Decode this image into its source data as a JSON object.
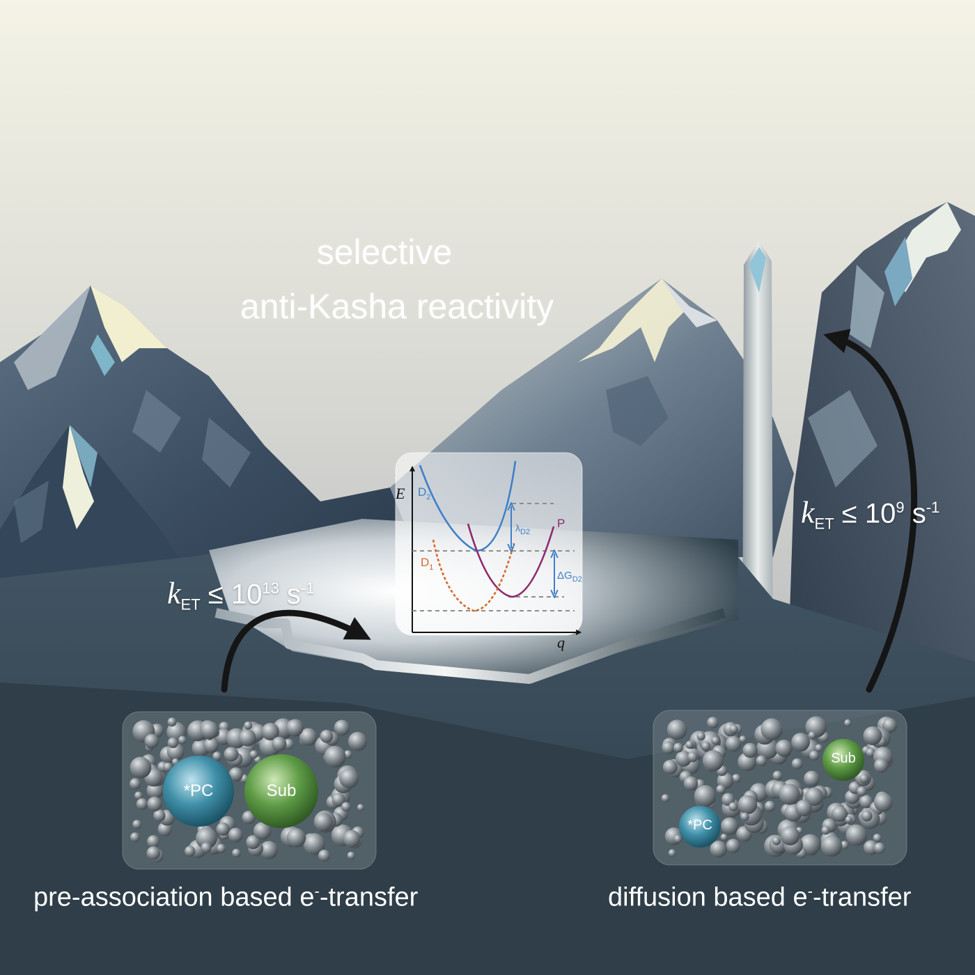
{
  "title": {
    "line1": "selective",
    "line2": "anti-Kasha reactivity"
  },
  "rate_left": {
    "k": "k",
    "sub": "ET",
    "rel": " ≤ 10",
    "exp": "13",
    "unit": " s",
    "unit_exp": "-1"
  },
  "rate_right": {
    "k": "k",
    "sub": "ET",
    "rel": " ≤ 10",
    "exp": "9",
    "unit": " s",
    "unit_exp": "-1"
  },
  "panel_left": {
    "pc_label": "*PC",
    "sub_label": "Sub",
    "caption_pre": "pre-association based e",
    "caption_sup": "-",
    "caption_post": "-transfer"
  },
  "panel_right": {
    "pc_label": "*PC",
    "sub_label": "Sub",
    "caption_pre": "diffusion based e",
    "caption_sup": "-",
    "caption_post": "-transfer"
  },
  "energy_diagram": {
    "y_axis": "E",
    "x_axis": "q",
    "curve_d2": "D",
    "curve_d2_sub": "2",
    "curve_d1": "D",
    "curve_d1_sub": "1",
    "curve_p": "P",
    "lambda": "λ",
    "lambda_sub": "D2",
    "delta_g": "ΔG",
    "delta_g_sub": "D2"
  },
  "colors": {
    "d2_curve": "#3f7fc8",
    "d1_curve": "#d4692a",
    "p_curve": "#8e2a6e",
    "pc_ball": "#2f8aa6",
    "sub_ball": "#5a9a44",
    "arrow": "#151515"
  }
}
